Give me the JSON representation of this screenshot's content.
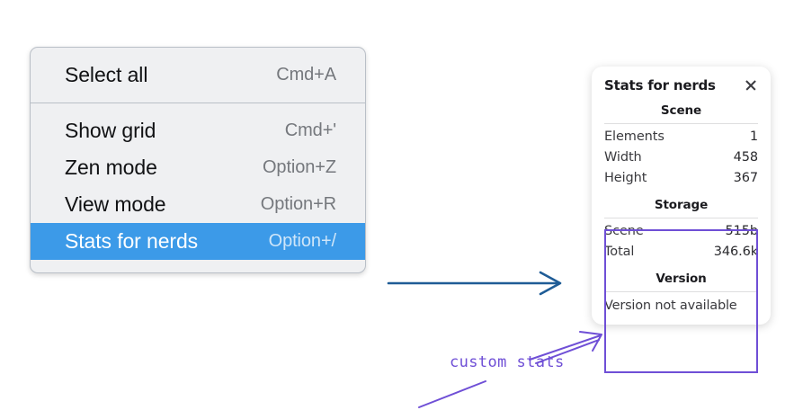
{
  "menu": {
    "groups": [
      {
        "items": [
          {
            "label": "Select all",
            "shortcut": "Cmd+A",
            "selected": false
          }
        ]
      },
      {
        "items": [
          {
            "label": "Show grid",
            "shortcut": "Cmd+'",
            "selected": false
          },
          {
            "label": "Zen mode",
            "shortcut": "Option+Z",
            "selected": false
          },
          {
            "label": "View mode",
            "shortcut": "Option+R",
            "selected": false
          },
          {
            "label": "Stats for nerds",
            "shortcut": "Option+/",
            "selected": true
          }
        ]
      }
    ],
    "selected_bg": "#3c9ae8"
  },
  "stats_panel": {
    "title": "Stats for nerds",
    "close_icon": "close-icon",
    "sections": [
      {
        "title": "Scene",
        "rows": [
          {
            "label": "Elements",
            "value": "1"
          },
          {
            "label": "Width",
            "value": "458"
          },
          {
            "label": "Height",
            "value": "367"
          }
        ]
      },
      {
        "title": "Storage",
        "rows": [
          {
            "label": "Scene",
            "value": "515b"
          },
          {
            "label": "Total",
            "value": "346.6k"
          }
        ]
      },
      {
        "title": "Version",
        "note": "Version not available"
      }
    ]
  },
  "annotations": {
    "custom_stats_label": "custom stats",
    "arrow_color_blue": "#1f5c96",
    "arrow_color_purple": "#6f4fd6"
  }
}
